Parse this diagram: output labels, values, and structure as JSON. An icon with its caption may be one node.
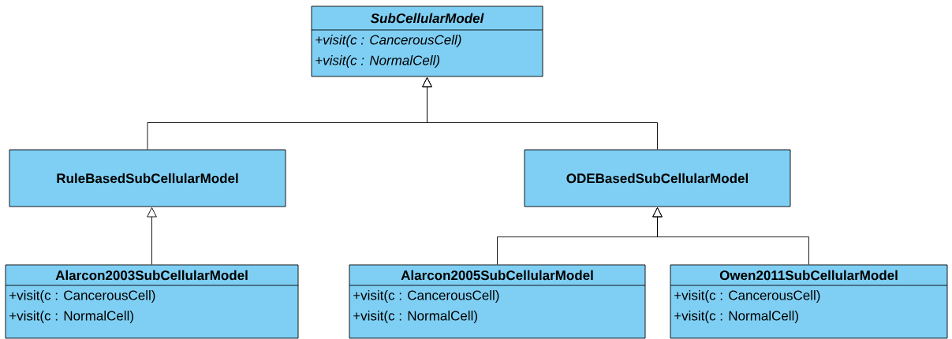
{
  "diagram": {
    "nodes": [
      {
        "text": [
          "SubCellularModel",
          "+visit(c : CancerousCell)",
          "+visit(c : NormalCell)"
        ]
      },
      {
        "text": [
          "RuleBasedSubCellularModel"
        ]
      },
      {
        "text": [
          "ODEBasedSubCellularModel"
        ]
      },
      {
        "text": [
          "Alarcon2003SubCellularModel",
          "+visit(c : CancerousCell)",
          "+visit(c : NormalCell)"
        ]
      },
      {
        "text": [
          "Alarcon2005SubCellularModel",
          "+visit(c : CancerousCell)",
          "+visit(c : NormalCell)"
        ]
      },
      {
        "text": [
          "Owen2011SubCellularModel",
          "+visit(c : CancerousCell)",
          "+visit(c : NormalCell)"
        ]
      }
    ],
    "edges": [
      {
        "from": 1,
        "to": 0,
        "arrow": "to"
      },
      {
        "from": 2,
        "to": 0,
        "arrow": "to"
      },
      {
        "from": 3,
        "to": 1,
        "arrow": "to"
      },
      {
        "from": 4,
        "to": 2,
        "arrow": "to"
      },
      {
        "from": 5,
        "to": 2,
        "arrow": "to"
      }
    ]
  }
}
